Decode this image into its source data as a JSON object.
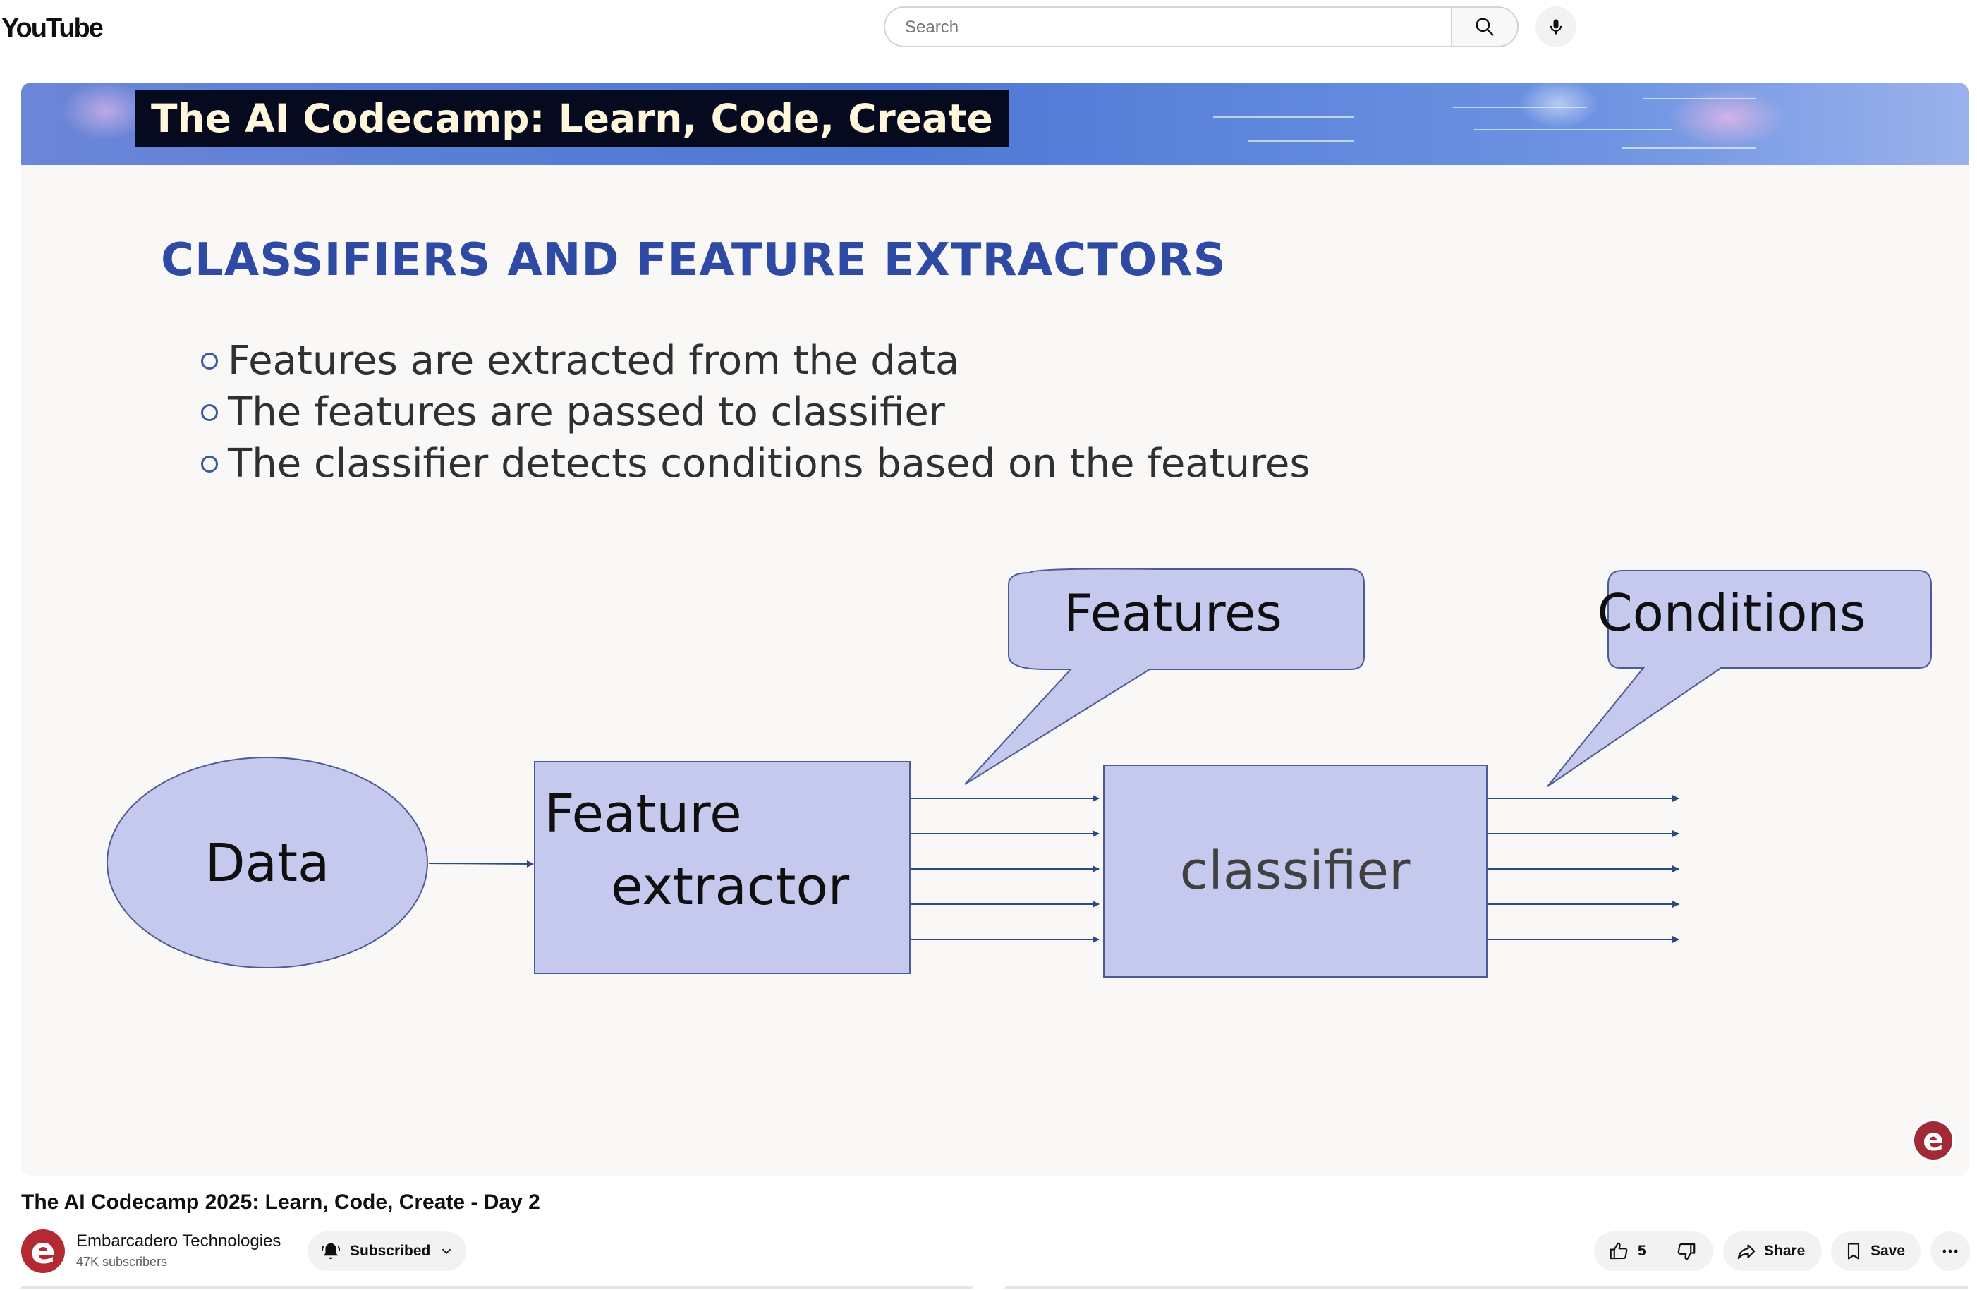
{
  "header": {
    "logo_text": "YouTube",
    "search_placeholder": "Search",
    "search_button_icon": "search-icon",
    "mic_icon": "microphone-icon"
  },
  "video": {
    "banner_title": "The AI Codecamp: Learn, Code, Create",
    "slide_title": "CLASSIFIERS AND FEATURE EXTRACTORS",
    "bullets": [
      "Features are extracted from the data",
      "The features are passed to classifier",
      "The classifier detects conditions based on the features"
    ],
    "diagram": {
      "data_node": "Data",
      "extractor_line1": "Feature",
      "extractor_line2": "extractor",
      "classifier_node": "classifier",
      "features_callout": "Features",
      "conditions_callout": "Conditions",
      "fill_color": "#c5c9ed",
      "stroke_color": "#4b5b95"
    },
    "watermark_letter": "e"
  },
  "below": {
    "video_title": "The AI Codecamp 2025: Learn, Code, Create - Day 2",
    "channel_name": "Embarcadero Technologies",
    "subscribers": "47K subscribers",
    "avatar_letter": "e",
    "subscribe_label": "Subscribed",
    "like_count": "5",
    "share_label": "Share",
    "save_label": "Save"
  },
  "colors": {
    "slide_title": "#2e4aa3",
    "banner_bg": "#050a1e",
    "brand_red": "#b32a33"
  }
}
